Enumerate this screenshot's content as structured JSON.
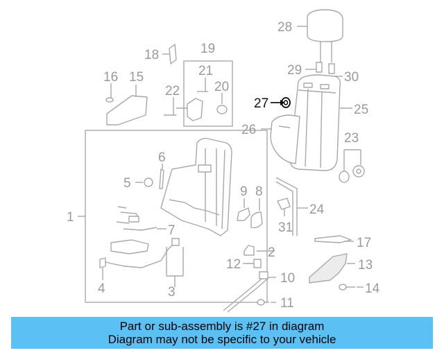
{
  "diagram": {
    "highlight_part": "27",
    "highlight_color": "#000000",
    "callouts": [
      {
        "id": "c1",
        "label": "1"
      },
      {
        "id": "c2",
        "label": "2"
      },
      {
        "id": "c3",
        "label": "3"
      },
      {
        "id": "c4",
        "label": "4"
      },
      {
        "id": "c5",
        "label": "5"
      },
      {
        "id": "c6",
        "label": "6"
      },
      {
        "id": "c7",
        "label": "7"
      },
      {
        "id": "c8",
        "label": "8"
      },
      {
        "id": "c9",
        "label": "9"
      },
      {
        "id": "c10",
        "label": "10"
      },
      {
        "id": "c11",
        "label": "11"
      },
      {
        "id": "c12",
        "label": "12"
      },
      {
        "id": "c13",
        "label": "13"
      },
      {
        "id": "c14",
        "label": "14"
      },
      {
        "id": "c15",
        "label": "15"
      },
      {
        "id": "c16",
        "label": "16"
      },
      {
        "id": "c17",
        "label": "17"
      },
      {
        "id": "c18",
        "label": "18"
      },
      {
        "id": "c19",
        "label": "19"
      },
      {
        "id": "c20",
        "label": "20"
      },
      {
        "id": "c21",
        "label": "21"
      },
      {
        "id": "c22",
        "label": "22"
      },
      {
        "id": "c23",
        "label": "23"
      },
      {
        "id": "c24",
        "label": "24"
      },
      {
        "id": "c25",
        "label": "25"
      },
      {
        "id": "c26",
        "label": "26"
      },
      {
        "id": "c27",
        "label": "27"
      },
      {
        "id": "c28",
        "label": "28"
      },
      {
        "id": "c29",
        "label": "29"
      },
      {
        "id": "c30",
        "label": "30"
      },
      {
        "id": "c31",
        "label": "31"
      }
    ]
  },
  "banner": {
    "background": "#5bc1f4",
    "line1": "Part or sub-assembly is #27 in diagram",
    "line2": "Diagram may not be specific to your vehicle"
  }
}
